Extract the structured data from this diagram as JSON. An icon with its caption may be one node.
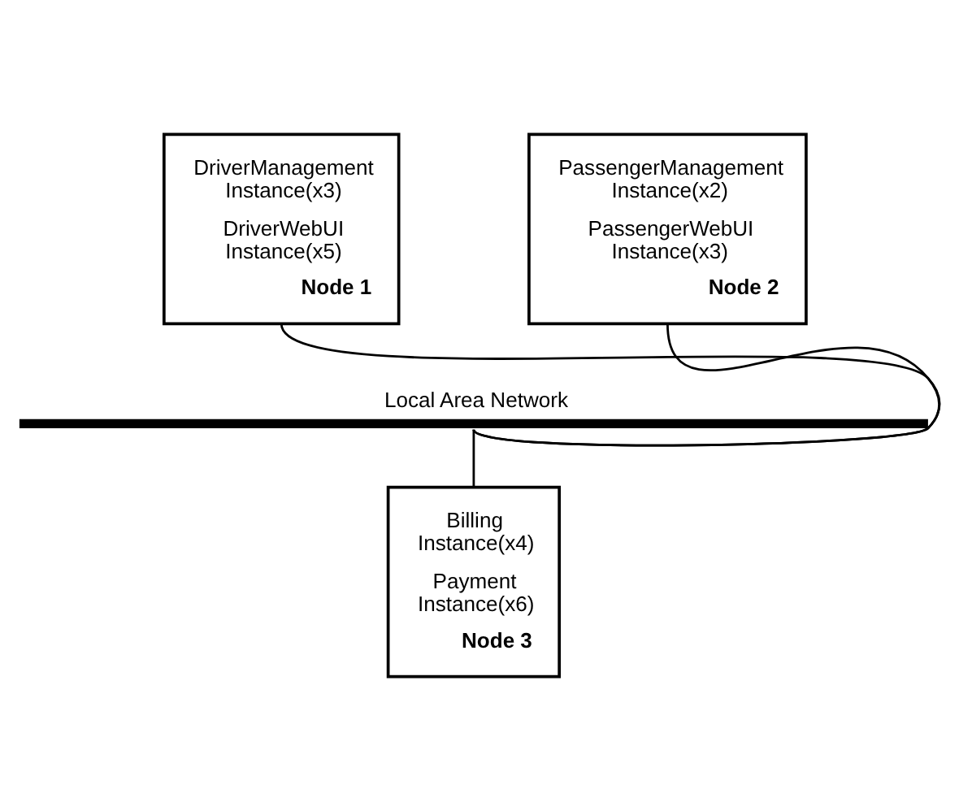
{
  "diagram": {
    "nodes": [
      {
        "text": [
          "DriverManagement Instance(x3)",
          "DriverWebUI Instance(x5)",
          "Node 1"
        ]
      },
      {
        "text": [
          "PassengerManagement Instance(x2)",
          "PassengerWebUI Instance(x3)",
          "Node 2"
        ]
      },
      {
        "text": [
          "Local Area Network"
        ]
      },
      {
        "text": [
          "Billing Instance(x4)",
          "Payment Instance(x6)",
          "Node 3"
        ]
      }
    ],
    "edges": [
      {
        "from": 0,
        "to": 2,
        "arrow": "none"
      },
      {
        "from": 1,
        "to": 2,
        "arrow": "none"
      },
      {
        "from": 2,
        "to": 3,
        "arrow": "none"
      }
    ]
  }
}
